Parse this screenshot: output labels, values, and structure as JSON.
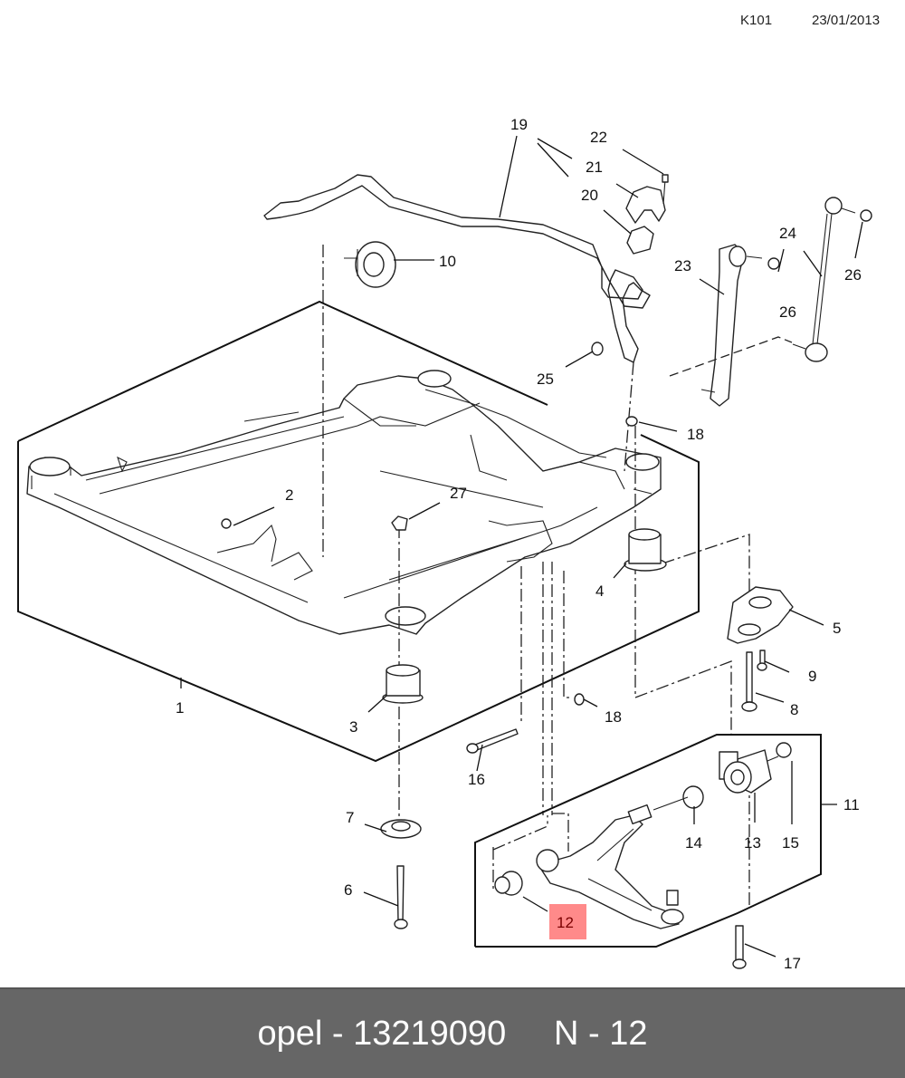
{
  "header": {
    "code": "K101",
    "date": "23/01/2013"
  },
  "diagram": {
    "title": "Front subframe and suspension exploded view",
    "highlight_color": "#ff8a8a",
    "highlighted_callout": "12",
    "callouts": {
      "c1": "1",
      "c2": "2",
      "c3": "3",
      "c4": "4",
      "c5": "5",
      "c6": "6",
      "c7": "7",
      "c8": "8",
      "c9": "9",
      "c10": "10",
      "c11": "11",
      "c12": "12",
      "c13": "13",
      "c14": "14",
      "c15": "15",
      "c16": "16",
      "c17": "17",
      "c18a": "18",
      "c18b": "18",
      "c19": "19",
      "c20": "20",
      "c21": "21",
      "c22": "22",
      "c23": "23",
      "c24": "24",
      "c25": "25",
      "c26a": "26",
      "c26b": "26",
      "c27": "27"
    }
  },
  "footer": {
    "text": "opel - 13219090     N - 12"
  }
}
